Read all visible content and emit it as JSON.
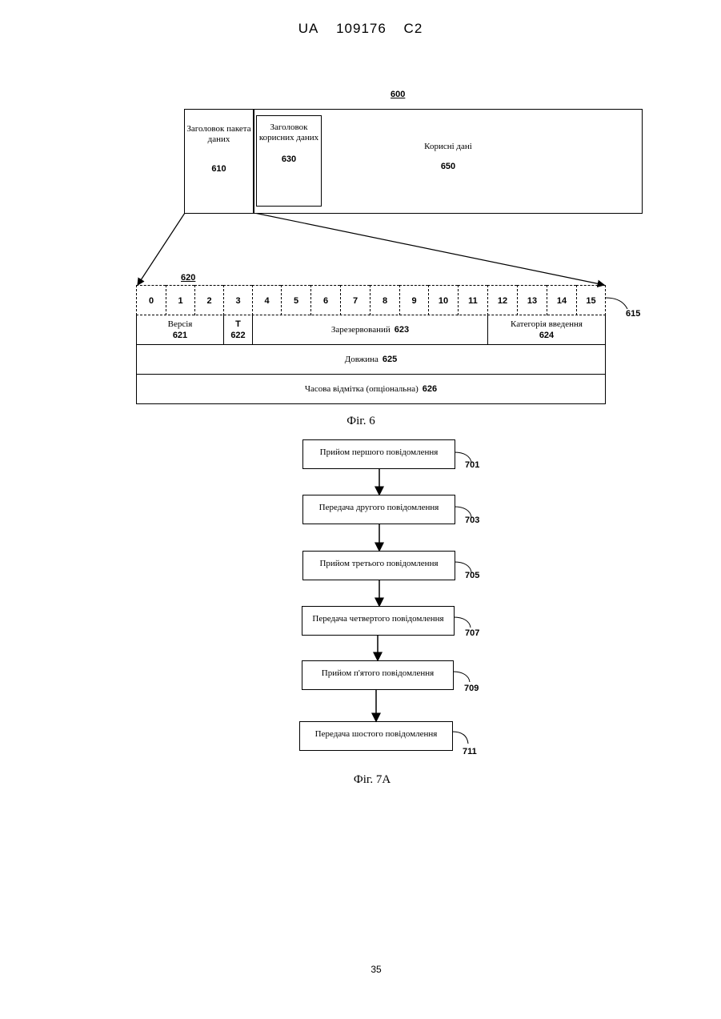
{
  "header": {
    "country": "UA",
    "number": "109176",
    "kind": "C2"
  },
  "fig6": {
    "ref_packet": "600",
    "packet_header": {
      "label": "Заголовок пакета даних",
      "ref": "610"
    },
    "payload_header": {
      "label": "Заголовок корисних даних",
      "ref": "630"
    },
    "payload": {
      "label": "Корисні дані",
      "ref": "650"
    },
    "header_struct_ref": "620",
    "bits_ref": "615",
    "bits": [
      "0",
      "1",
      "2",
      "3",
      "4",
      "5",
      "6",
      "7",
      "8",
      "9",
      "10",
      "11",
      "12",
      "13",
      "14",
      "15"
    ],
    "fields": {
      "version": {
        "label": "Версія",
        "ref": "621"
      },
      "t": {
        "label": "T",
        "ref": "622"
      },
      "reserved": {
        "label": "Зарезервований",
        "ref": "623"
      },
      "category": {
        "label": "Категорія введення",
        "ref": "624"
      },
      "length": {
        "label": "Довжина",
        "ref": "625"
      },
      "timestamp": {
        "label": "Часова відмітка (опціональна)",
        "ref": "626"
      }
    },
    "caption": "Фіг. 6"
  },
  "fig7a": {
    "steps": [
      {
        "label": "Прийом першого повідомлення",
        "ref": "701"
      },
      {
        "label": "Передача другого повідомлення",
        "ref": "703"
      },
      {
        "label": "Прийом третього повідомлення",
        "ref": "705"
      },
      {
        "label": "Передача четвертого повідомлення",
        "ref": "707"
      },
      {
        "label": "Прийом п'ятого повідомлення",
        "ref": "709"
      },
      {
        "label": "Передача шостого повідомлення",
        "ref": "711"
      }
    ],
    "caption": "Фіг. 7А"
  },
  "page_number": "35"
}
